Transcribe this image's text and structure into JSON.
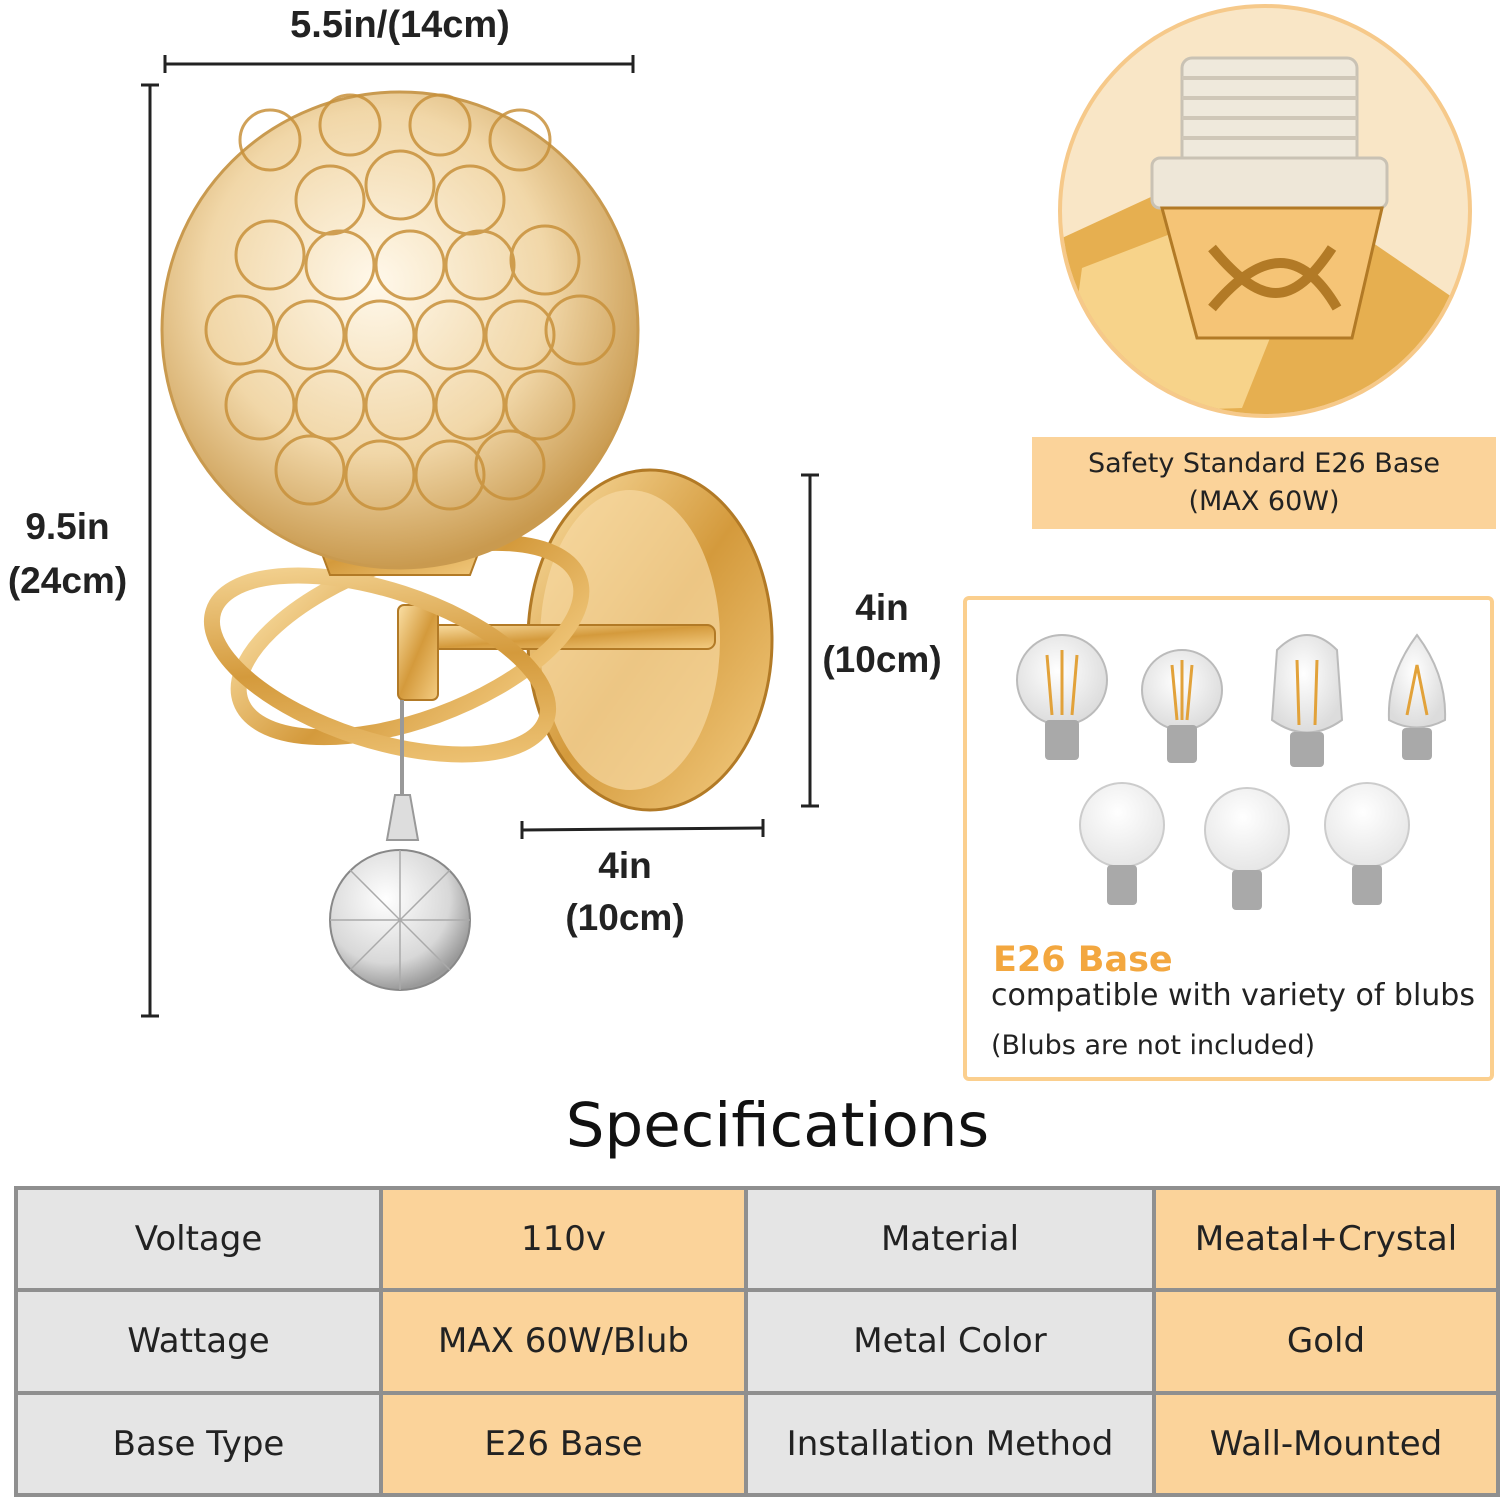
{
  "dimensions": {
    "width_label": "5.5in/(14cm)",
    "height_in": "9.5in",
    "height_cm": "(24cm)",
    "depth_in": "4in",
    "depth_cm": "(10cm)",
    "plate_in": "4in",
    "plate_cm": "(10cm)"
  },
  "socket": {
    "caption_line1": "Safety Standard E26 Base",
    "caption_line2": "(MAX 60W)"
  },
  "bulbs": {
    "title": "E26 Base",
    "line1": "compatible with variety of blubs",
    "line2": "(Blubs are not included)"
  },
  "specs": {
    "title": "Specifications",
    "rows": [
      {
        "k1": "Voltage",
        "v1": "110v",
        "k2": "Material",
        "v2": "Meatal+Crystal"
      },
      {
        "k1": "Wattage",
        "v1": "MAX 60W/Blub",
        "k2": "Metal Color",
        "v2": "Gold"
      },
      {
        "k1": "Base Type",
        "v1": "E26 Base",
        "k2": "Installation Method",
        "v2": "Wall-Mounted"
      }
    ]
  },
  "colors": {
    "gold": "#d9a441",
    "accent_orange": "#f3a73f",
    "panel_peach": "#fbd39a",
    "table_gray": "#e5e5e5"
  }
}
